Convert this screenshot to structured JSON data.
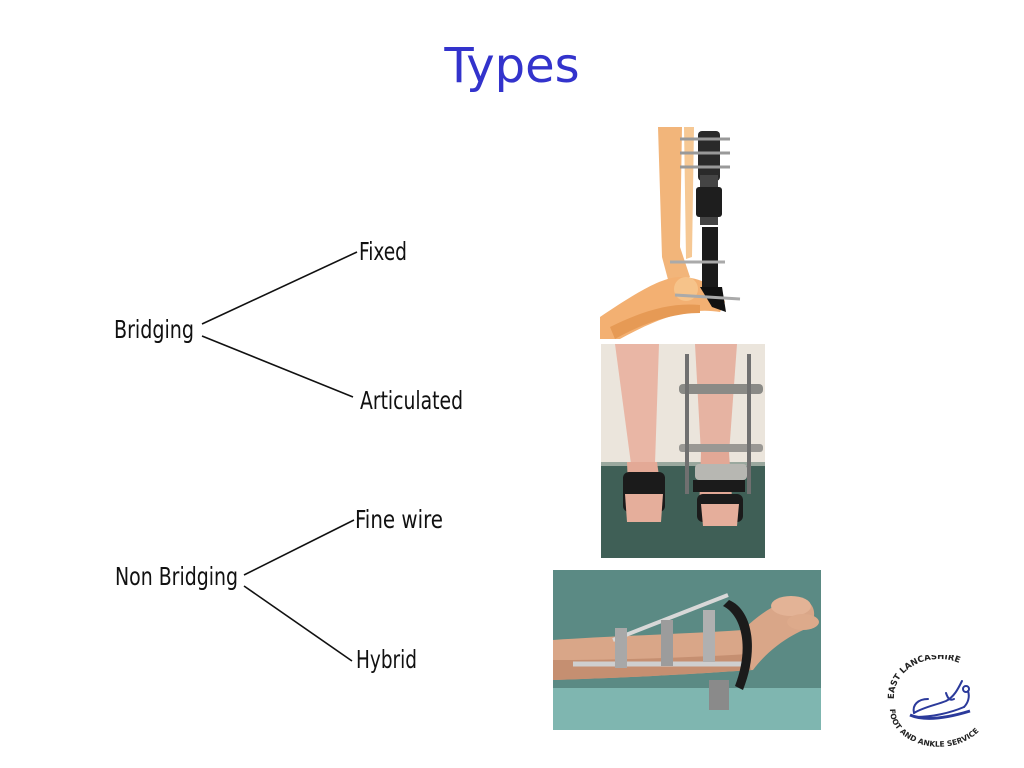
{
  "slide": {
    "title": "Types"
  },
  "diagram": {
    "group1": {
      "root": "Bridging",
      "children": [
        "Fixed",
        "Articulated"
      ]
    },
    "group2": {
      "root": "Non Bridging",
      "children": [
        "Fine wire",
        "Hybrid"
      ]
    }
  },
  "images": [
    {
      "name": "ankle-fixator-illustration"
    },
    {
      "name": "leg-frame-photo"
    },
    {
      "name": "arm-frame-photo"
    }
  ],
  "logo": {
    "text_top": "EAST LANCASHIRE",
    "text_bottom": "FOOT AND ANKLE SERVICE",
    "color": "#2b3a9b"
  }
}
